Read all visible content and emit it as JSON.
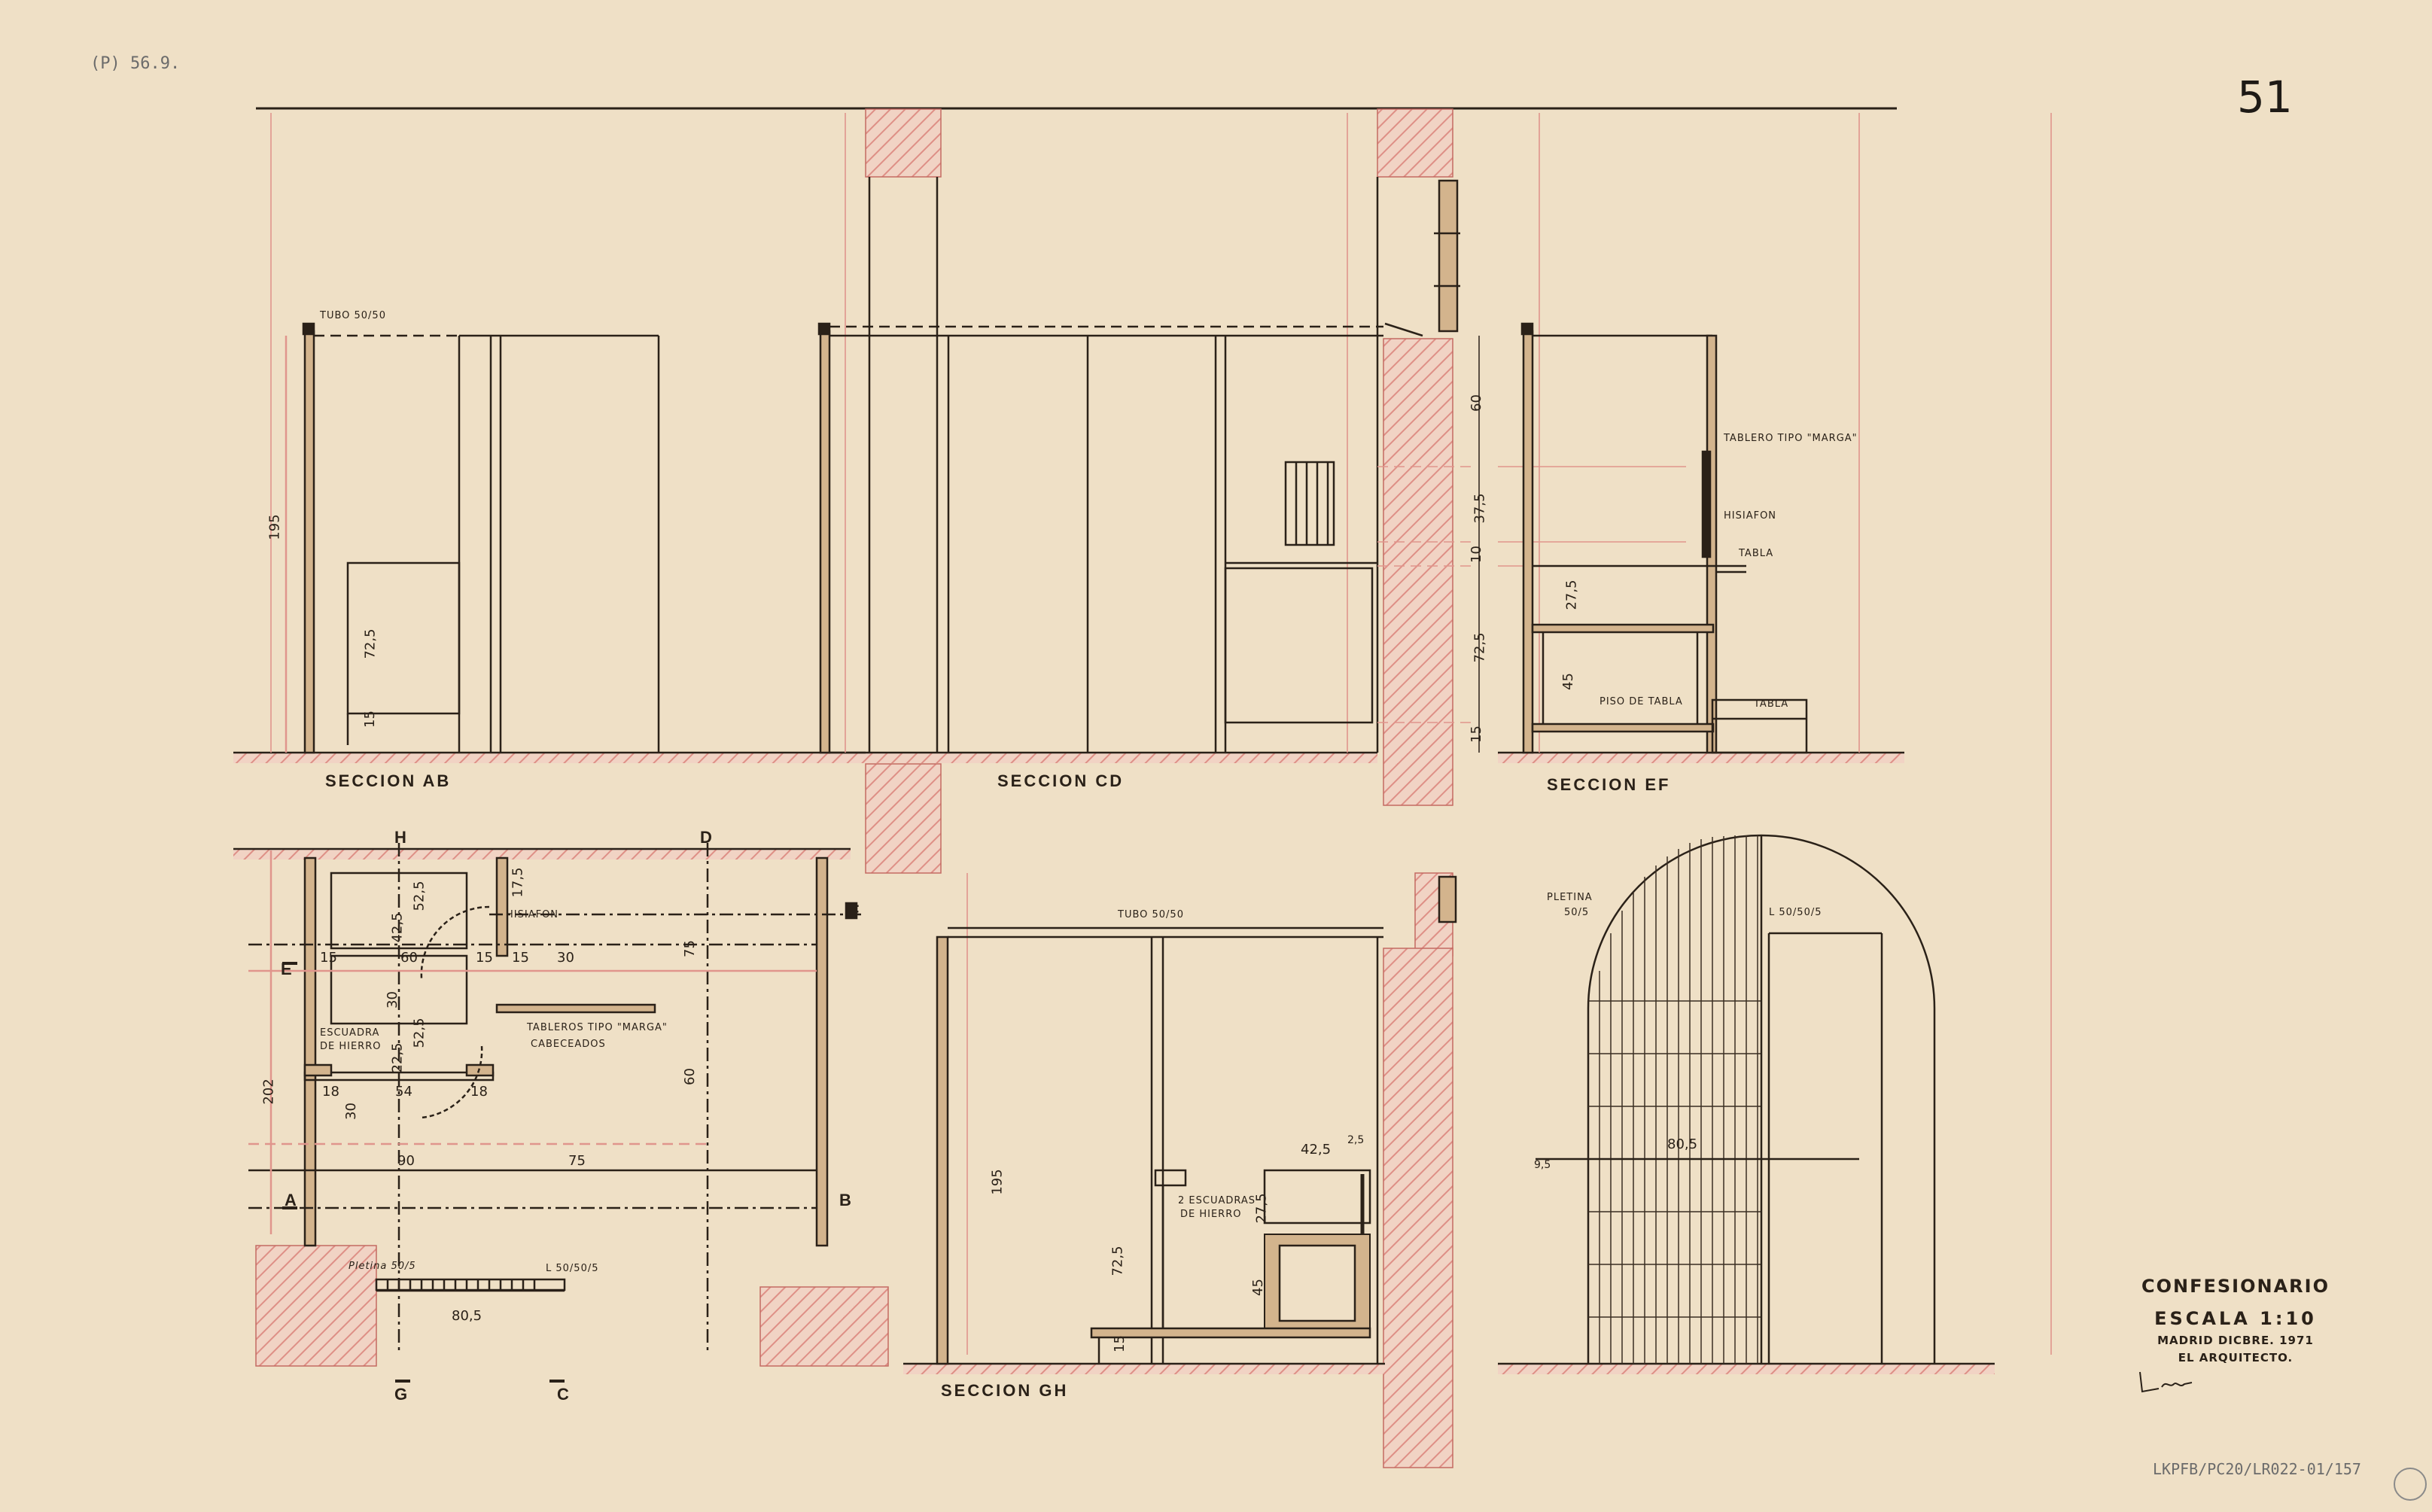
{
  "sheet_number": "51",
  "archive_note_top": "(P) 56.9.",
  "archive_ref_bottom": "LKPFB/PC20/LR022-01/157",
  "sections": {
    "ab": "SECCION AB",
    "cd": "SECCION CD",
    "ef": "SECCION EF",
    "gh": "SECCION GH"
  },
  "notes": {
    "tubo_ab": "TUBO 50/50",
    "tubo_cd": "TUBO 50/50",
    "tablero_tipo_marga": "TABLERO TIPO \"MARGA\"",
    "hisiafon_ef": "HISIAFON",
    "tabla_ef": "TABLA",
    "piso_de_tabla": "PISO DE TABLA",
    "tabla_floor": "TABLA",
    "hisiafon_plan": "HISIAFON",
    "tableros_tipo_marga": "TABLEROS TIPO \"MARGA\"",
    "cabeceados": "CABECEADOS",
    "escuadra": "ESCUADRA",
    "de_hierro": "DE HIERRO",
    "pletina_plan": "Pletina 50/5",
    "l_plan": "L 50/50/5",
    "escuadras_gh": "2 ESCUADRAS",
    "de_hierro_gh": "DE HIERRO",
    "pletina_elev": "PLETINA",
    "pletina_elev_size": "50/5",
    "l_elev": "L 50/50/5"
  },
  "dimensions": {
    "ab_195": "195",
    "ab_72_5": "72,5",
    "ab_15": "15",
    "cd_60": "60",
    "cd_37_5": "37,5",
    "cd_10": "10",
    "cd_72_5": "72,5",
    "cd_15": "15",
    "ef_27_5": "27,5",
    "ef_45": "45",
    "plan_202": "202",
    "plan_15a": "15",
    "plan_60": "60",
    "plan_15b": "15",
    "plan_15c": "15",
    "plan_30a": "30",
    "plan_42_5": "42,5",
    "plan_52_5a": "52,5",
    "plan_17_5": "17,5",
    "plan_30b": "30",
    "plan_52_5b": "52,5",
    "plan_22_5": "22,5",
    "plan_18a": "18",
    "plan_54": "54",
    "plan_18b": "18",
    "plan_30c": "30",
    "plan_75a": "75",
    "plan_60b": "60",
    "plan_90": "90",
    "plan_75b": "75",
    "plan_80_5": "80,5",
    "gh_195": "195",
    "gh_72_5": "72,5",
    "gh_45": "45",
    "gh_15": "15",
    "gh_42_5": "42,5",
    "gh_27_5": "27,5",
    "gh_2_5": "2,5",
    "elev_80_5": "80,5",
    "elev_9_5": "9,5"
  },
  "marks": {
    "a": "A",
    "b": "B",
    "c": "C",
    "d": "D",
    "e": "E",
    "f": "F",
    "g": "G",
    "h": "H"
  },
  "title_block": {
    "title": "CONFESIONARIO",
    "scale": "ESCALA 1:10",
    "place_date": "MADRID DICBRE. 1971",
    "author": "EL ARQUITECTO."
  }
}
